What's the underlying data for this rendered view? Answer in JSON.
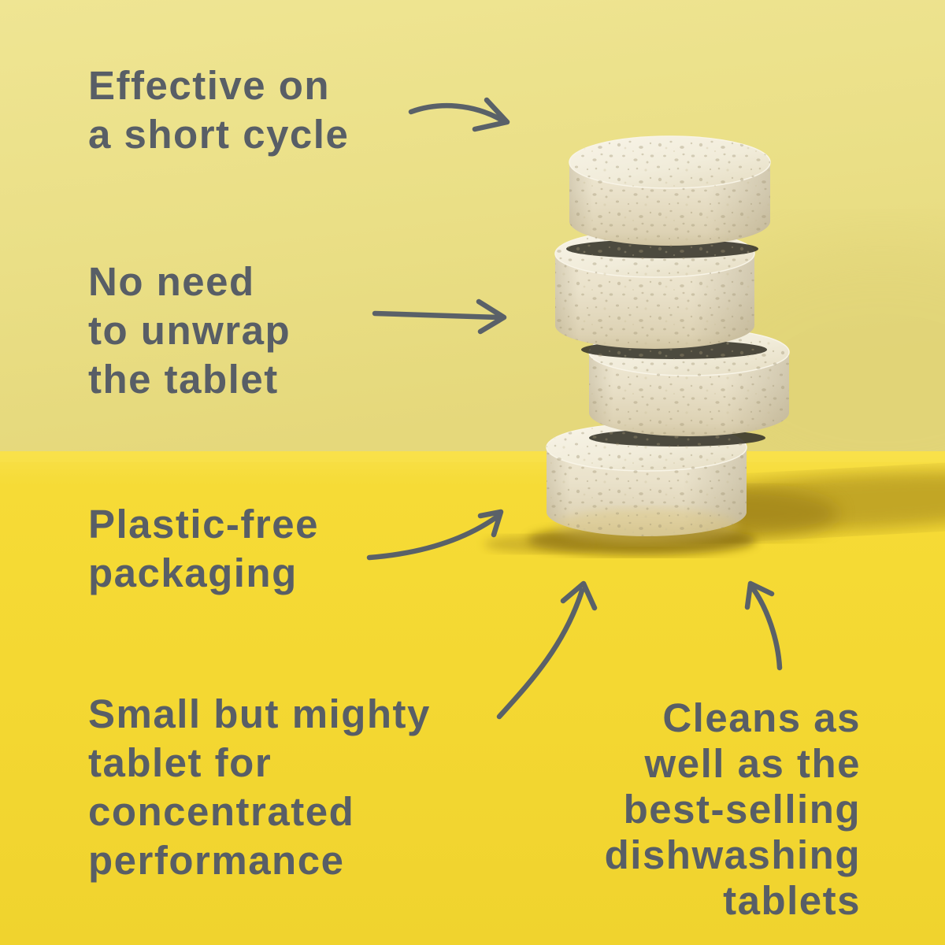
{
  "meta": {
    "description": "Product infographic of a stack of four speckled eco dishwashing tablets on a two-tone yellow backdrop with five annotated benefits",
    "product_name": "dishwashing-tablet-stack",
    "tablet_count": 4
  },
  "colors": {
    "wall_yellow": "#ece28b",
    "table_yellow": "#f5d933",
    "shadow_olive": "#a3861a",
    "text_gray": "#585e66",
    "arrow_gray": "#5a6168",
    "tablet_cream": "#ece4cf",
    "tablet_speckle": "#9d9270",
    "seam_dark": "#3a372c"
  },
  "annotations": [
    {
      "id": "short-cycle",
      "align": "left",
      "lines": [
        "Effective on",
        "a short cycle"
      ]
    },
    {
      "id": "no-unwrap",
      "align": "left",
      "lines": [
        "No need",
        "to unwrap",
        "the tablet"
      ]
    },
    {
      "id": "plastic-free",
      "align": "left",
      "lines": [
        "Plastic-free",
        "packaging"
      ]
    },
    {
      "id": "small-mighty",
      "align": "left",
      "lines": [
        "Small but mighty",
        "tablet for",
        "concentrated",
        "performance"
      ]
    },
    {
      "id": "cleans-well",
      "align": "right",
      "lines": [
        "Cleans as",
        "well as the",
        "best-selling",
        "dishwashing",
        "tablets"
      ]
    }
  ],
  "arrows": [
    {
      "id": "arrow-short-cycle",
      "from": "Effective on a short cycle",
      "points_to": "top tablet"
    },
    {
      "id": "arrow-no-unwrap",
      "from": "No need to unwrap the tablet",
      "points_to": "second tablet"
    },
    {
      "id": "arrow-plastic-free",
      "from": "Plastic-free packaging",
      "points_to": "bottom tablet"
    },
    {
      "id": "arrow-small-mighty",
      "from": "Small but mighty tablet",
      "points_to": "base of stack"
    },
    {
      "id": "arrow-cleans-well",
      "from": "Cleans as well as the best-selling dishwashing tablets",
      "points_to": "base of stack"
    }
  ]
}
